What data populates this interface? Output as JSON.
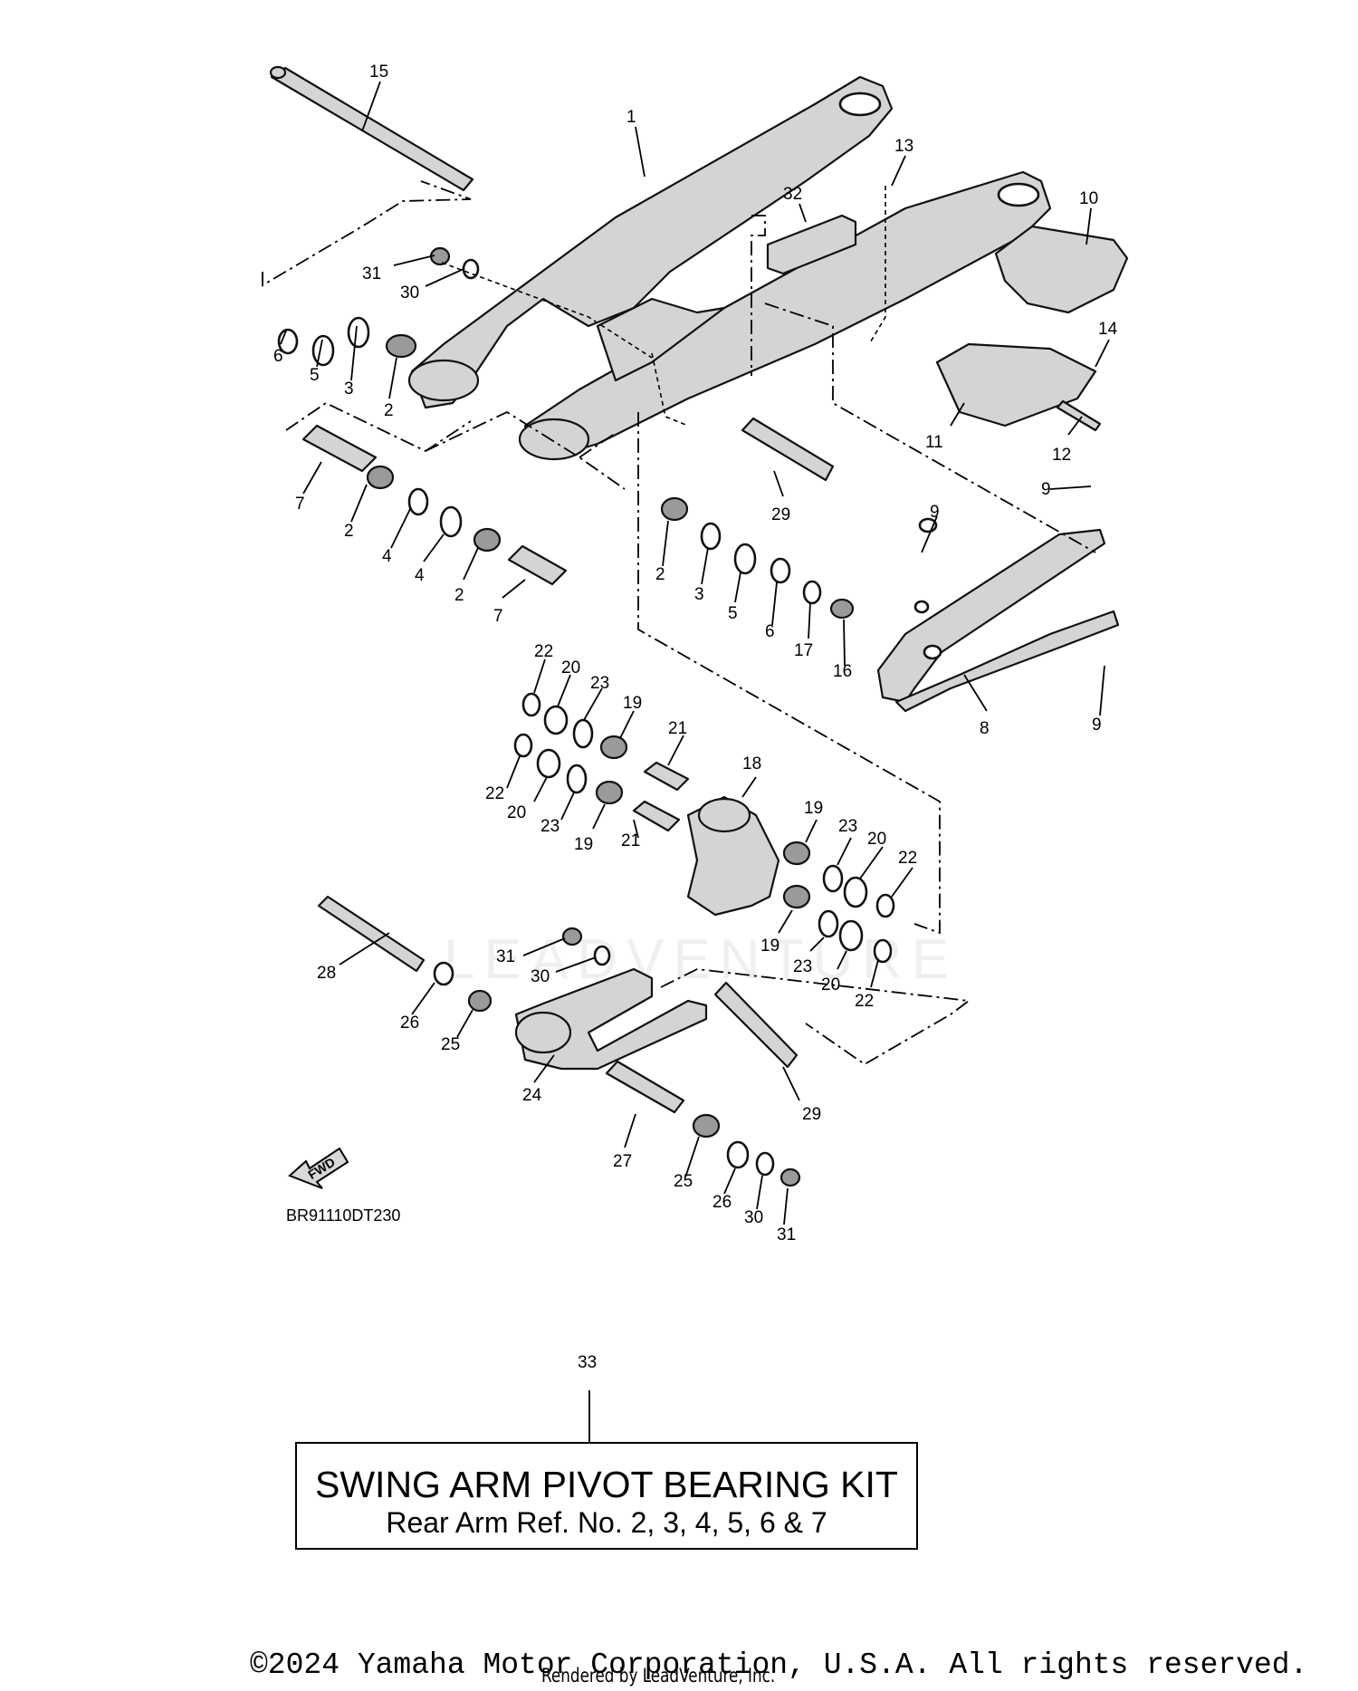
{
  "diagram": {
    "reference_code": "BR91110DT230",
    "fwd_label": "FWD",
    "watermark": "LEADVENTURE",
    "callouts": [
      "1",
      "2",
      "3",
      "4",
      "5",
      "6",
      "7",
      "8",
      "9",
      "10",
      "11",
      "12",
      "13",
      "14",
      "15",
      "16",
      "17",
      "18",
      "19",
      "20",
      "21",
      "22",
      "23",
      "24",
      "25",
      "26",
      "27",
      "28",
      "29",
      "30",
      "31",
      "32",
      "33"
    ]
  },
  "kit_box": {
    "number": "33",
    "title": "SWING ARM PIVOT BEARING KIT",
    "subtitle": "Rear Arm Ref. No. 2, 3, 4, 5, 6 & 7"
  },
  "footer": {
    "copyright": "©2024 Yamaha Motor Corporation, U.S.A. All rights reserved.",
    "rendered_by": "Rendered by LeadVenture, Inc."
  }
}
